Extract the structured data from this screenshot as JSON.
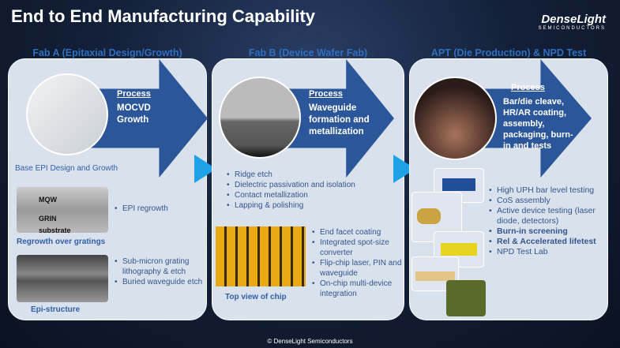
{
  "title": "End to End Manufacturing Capability",
  "logo": {
    "name": "DenseLight",
    "sub": "SEMICONDUCTORS"
  },
  "panels": [
    {
      "header": "Fab A (Epitaxial Design/Growth)",
      "process_label": "Process",
      "process_text": "MOCVD Growth",
      "caption_main": "Base EPI Design and Growth",
      "img1_labels": [
        "MQW",
        "GRIN",
        "substrate"
      ],
      "img1_caption": "Regrowth over gratings",
      "bullets1": [
        "EPI regrowth"
      ],
      "img2_caption": "Epi-structure",
      "bullets2": [
        "Sub-micron grating lithography & etch",
        "Buried waveguide etch"
      ]
    },
    {
      "header": "Fab B (Device Wafer Fab)",
      "process_label": "Process",
      "process_text": "Waveguide formation and metallization",
      "bullets1": [
        "Ridge etch",
        "Dielectric passivation and isolation",
        "Contact metallization",
        "Lapping & polishing"
      ],
      "img_caption": "Top view of chip",
      "bullets2": [
        "End facet coating",
        "Integrated spot-size converter",
        "Flip-chip laser, PIN and waveguide",
        "On-chip multi-device integration"
      ]
    },
    {
      "header": "APT (Die Production) & NPD Test",
      "process_label": "Process",
      "process_text": "Bar/die cleave, HR/AR coating, assembly, packaging, burn-in and tests",
      "bullets": [
        "High UPH bar level testing",
        "CoS assembly",
        "Active device testing (laser diode, detectors)",
        "Burn-in screening",
        "Rel & Accelerated lifetest",
        "NPD Test Lab"
      ]
    }
  ],
  "footer": "© DenseLight Semiconductors"
}
